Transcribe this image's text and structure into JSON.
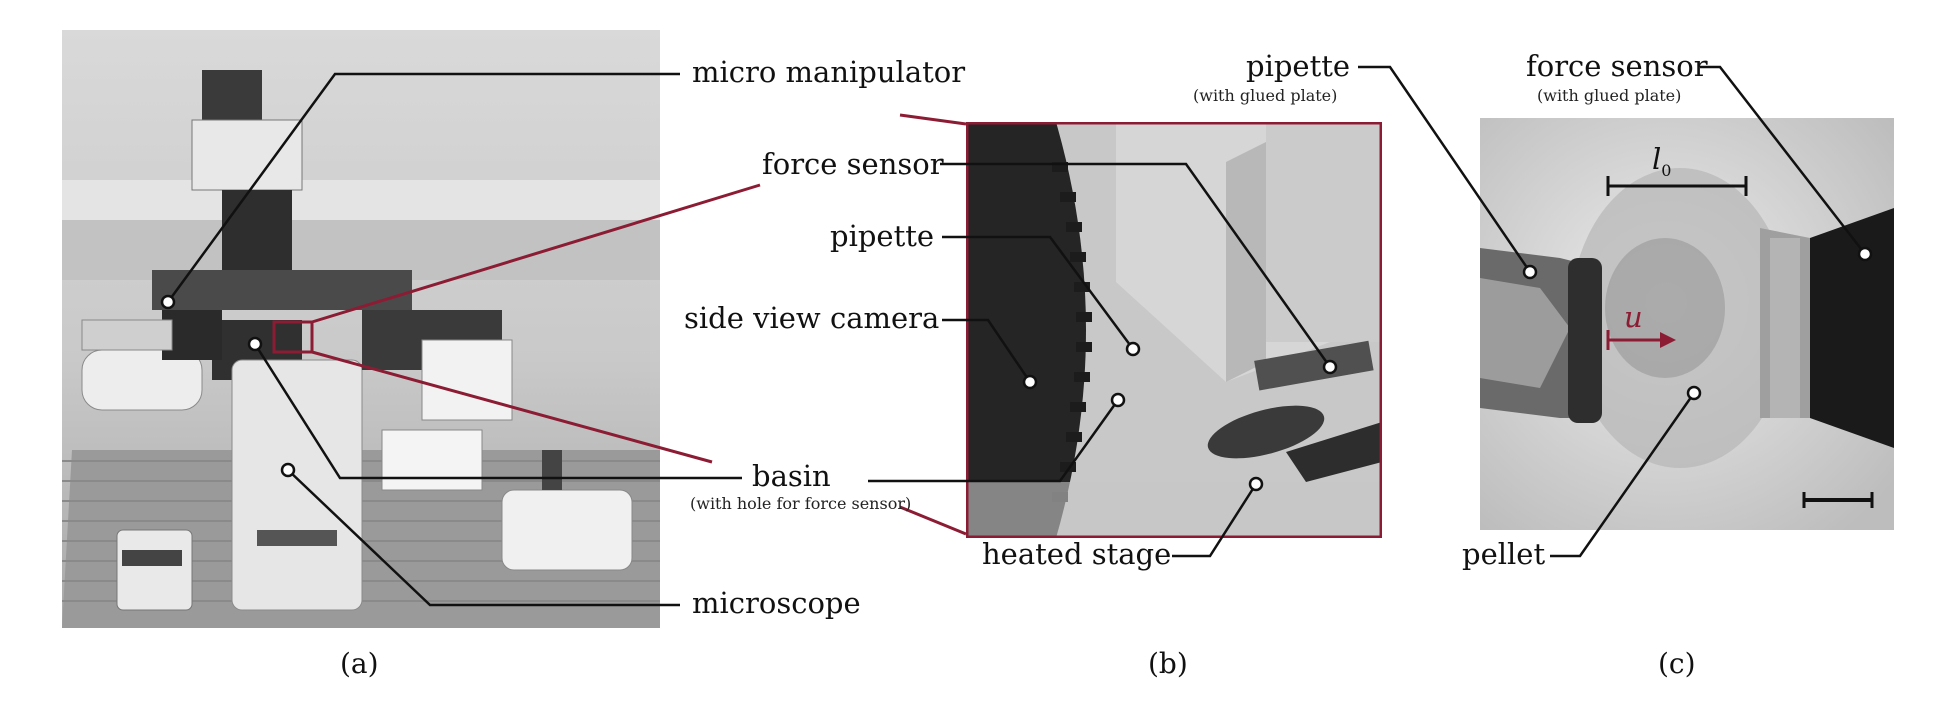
{
  "panels": {
    "a": {
      "caption": "(a)",
      "labels": {
        "micro_manipulator": "micro manipulator",
        "microscope": "microscope"
      }
    },
    "b": {
      "caption": "(b)",
      "labels": {
        "force_sensor": "force sensor",
        "pipette": "pipette",
        "side_view_camera": "side view camera",
        "basin": "basin",
        "basin_note": "(with hole for force sensor)",
        "heated_stage": "heated stage"
      }
    },
    "c": {
      "caption": "(c)",
      "labels": {
        "pipette": "pipette",
        "pipette_note": "(with glued plate)",
        "force_sensor": "force sensor",
        "force_sensor_note": "(with glued plate)",
        "pellet": "pellet",
        "length_symbol": "l",
        "length_subscript": "0",
        "displacement_symbol": "u"
      }
    }
  },
  "colors": {
    "accent": "#8c1c34",
    "leader": "#111111",
    "marker_fill": "#ffffff"
  }
}
